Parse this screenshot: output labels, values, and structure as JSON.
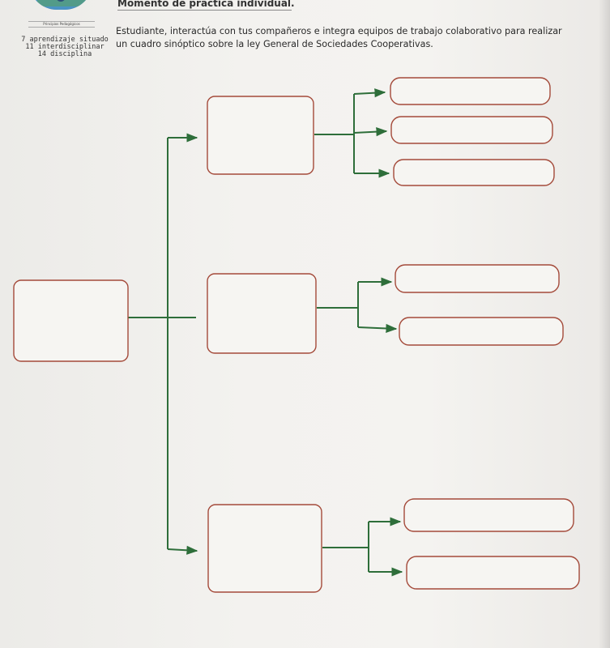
{
  "header": {
    "title": "Momento de práctica individual.",
    "logo_caption": "Principios Pedagógicos"
  },
  "side_notes": [
    "7 aprendizaje situado",
    "11 interdisciplinar",
    "14 disciplina"
  ],
  "instructions": {
    "line1": "Estudiante, interactúa con tus compañeros e integra equipos de trabajo colaborativo para realizar",
    "line2": "un cuadro sinóptico sobre la ley General de Sociedades Cooperativas."
  },
  "colors": {
    "box_border": "#a44a3a",
    "connector": "#2e6e3a"
  },
  "diagram": {
    "root_box": "",
    "branches": [
      {
        "box": "",
        "leaves": [
          "",
          "",
          ""
        ]
      },
      {
        "box": "",
        "leaves": [
          "",
          ""
        ]
      },
      {
        "box": "",
        "leaves": [
          "",
          ""
        ]
      }
    ]
  }
}
